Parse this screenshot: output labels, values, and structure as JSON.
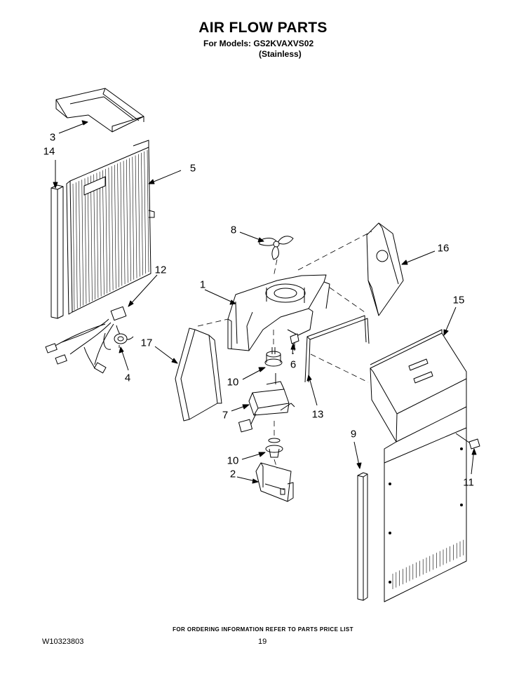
{
  "header": {
    "title": "AIR FLOW PARTS",
    "models_line": "For Models: GS2KVAXVS02",
    "finish_line": "(Stainless)"
  },
  "callouts": {
    "c1": "1",
    "c2": "2",
    "c3": "3",
    "c4": "4",
    "c5": "5",
    "c6": "6",
    "c7": "7",
    "c8": "8",
    "c9": "9",
    "c10a": "10",
    "c10b": "10",
    "c11": "11",
    "c12": "12",
    "c13": "13",
    "c14": "14",
    "c15": "15",
    "c16": "16",
    "c17": "17"
  },
  "footer": {
    "ordering_note": "FOR ORDERING INFORMATION REFER TO PARTS PRICE LIST",
    "document_number": "W10323803",
    "page_number": "19"
  }
}
